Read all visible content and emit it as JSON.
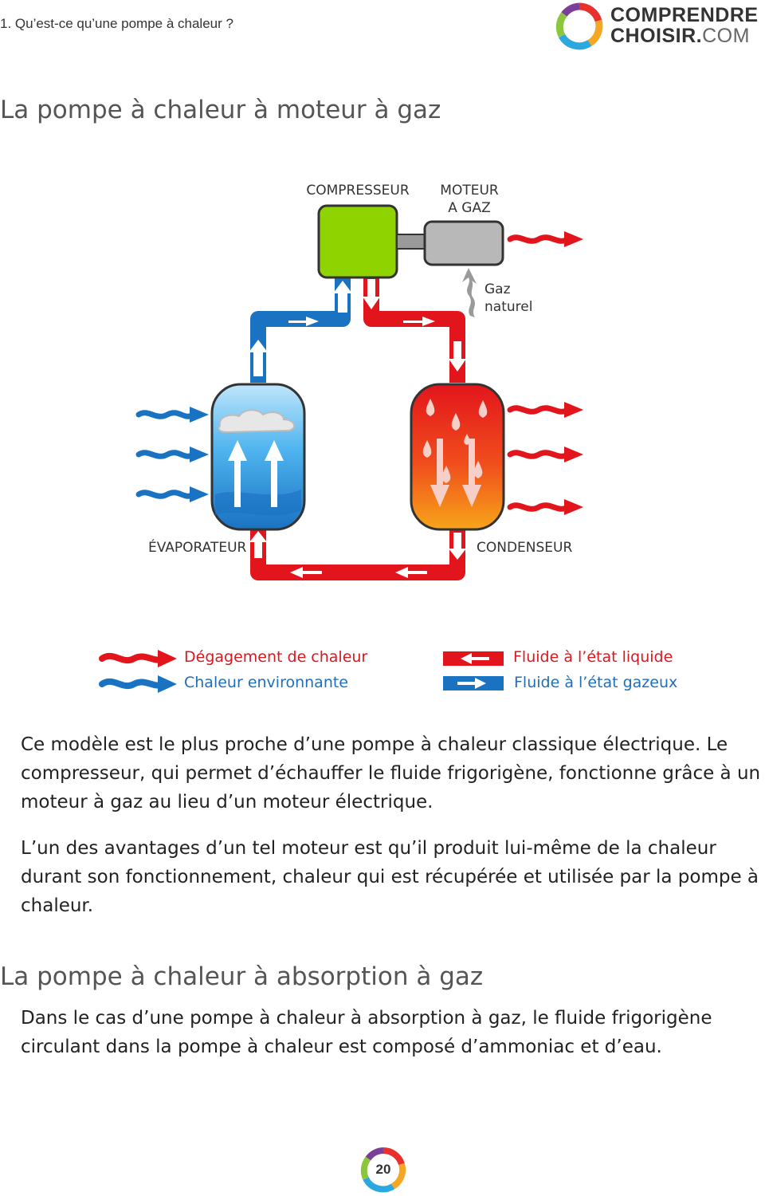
{
  "header": {
    "running_title": "1. Qu’est-ce qu’une pompe à chaleur ?",
    "brand_line1": "COMPRENDRE",
    "brand_line2_bold": "CHOISIR.",
    "brand_line2_light": "COM"
  },
  "section1": {
    "title": "La pompe à chaleur à moteur à gaz"
  },
  "diagram": {
    "labels": {
      "compressor": "COMPRESSEUR",
      "motor_line1": "MOTEUR",
      "motor_line2": "A GAZ",
      "gas_line1": "Gaz",
      "gas_line2": "naturel",
      "evaporator": "ÉVAPORATEUR",
      "condenser": "CONDENSEUR"
    },
    "colors": {
      "liquid": "#e3151c",
      "gas": "#1a72c2",
      "compressor": "#8fd400",
      "motor": "#b8b8b8"
    }
  },
  "legend": {
    "heat_release": "Dégagement de chaleur",
    "ambient_heat": "Chaleur environnante",
    "liquid_fluid": "Fluide à l’état liquide",
    "gas_fluid": "Fluide à l’état gazeux"
  },
  "body": {
    "p1": "Ce modèle est le plus proche d’une pompe à chaleur classique électrique. Le compresseur, qui permet d’échauffer le fluide frigorigène, fonctionne grâce à un moteur à gaz au lieu d’un moteur électrique.",
    "p2": "L’un des avantages d’un tel moteur est qu’il produit lui-même de la chaleur durant son fonctionnement, chaleur qui est récupérée et utilisée par la pompe à chaleur.",
    "p3": "Dans le cas d’une pompe à chaleur à absorption à gaz, le fluide frigorigène circulant dans la pompe à chaleur est composé d’ammoniac et d’eau."
  },
  "section2": {
    "title": "La pompe à chaleur à absorption à gaz"
  },
  "footer": {
    "page_number": "20"
  }
}
